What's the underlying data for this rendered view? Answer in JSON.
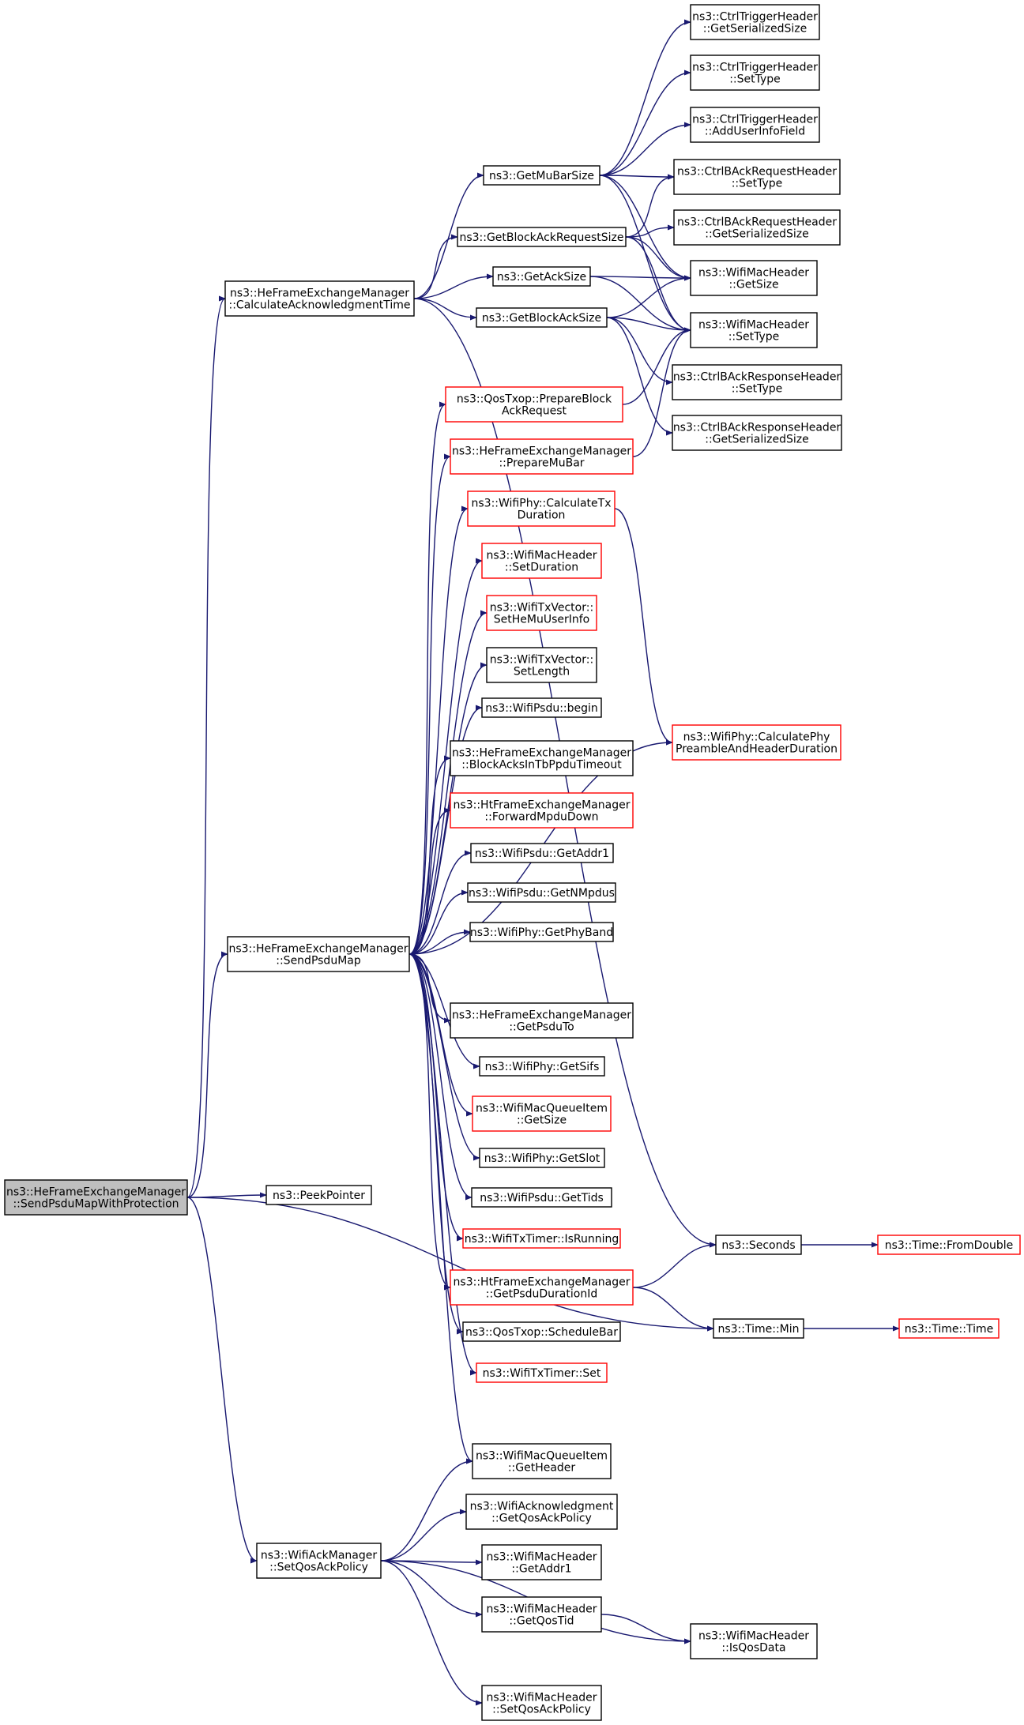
{
  "colors": {
    "edge": "#191970",
    "node_border": "#000000",
    "node_border_red": "#ff0000",
    "root_fill": "#bfbfbf",
    "node_fill": "#ffffff"
  },
  "root": {
    "lines": [
      "ns3::HeFrameExchangeManager",
      "::SendPsduMapWithProtection"
    ]
  },
  "nodes": [
    {
      "id": "calc_ack_time",
      "lines": [
        "ns3::HeFrameExchangeManager",
        "::CalculateAcknowledgmentTime"
      ],
      "style": "black"
    },
    {
      "id": "send_psdu_map",
      "lines": [
        "ns3::HeFrameExchangeManager",
        "::SendPsduMap"
      ],
      "style": "black"
    },
    {
      "id": "peek_pointer",
      "lines": [
        "ns3::PeekPointer"
      ],
      "style": "black"
    },
    {
      "id": "set_qos_ack_policy",
      "lines": [
        "ns3::WifiAckManager",
        "::SetQosAckPolicy"
      ],
      "style": "black"
    },
    {
      "id": "get_mu_bar_size",
      "lines": [
        "ns3::GetMuBarSize"
      ],
      "style": "black"
    },
    {
      "id": "get_block_ack_request_size",
      "lines": [
        "ns3::GetBlockAckRequestSize"
      ],
      "style": "black"
    },
    {
      "id": "get_ack_size",
      "lines": [
        "ns3::GetAckSize"
      ],
      "style": "black"
    },
    {
      "id": "get_block_ack_size",
      "lines": [
        "ns3::GetBlockAckSize"
      ],
      "style": "black"
    },
    {
      "id": "ctrl_trigger_get_serialized_size",
      "lines": [
        "ns3::CtrlTriggerHeader",
        "::GetSerializedSize"
      ],
      "style": "black"
    },
    {
      "id": "ctrl_trigger_set_type",
      "lines": [
        "ns3::CtrlTriggerHeader",
        "::SetType"
      ],
      "style": "black"
    },
    {
      "id": "ctrl_trigger_add_user_info",
      "lines": [
        "ns3::CtrlTriggerHeader",
        "::AddUserInfoField"
      ],
      "style": "black"
    },
    {
      "id": "ctrl_bar_set_type",
      "lines": [
        "ns3::CtrlBAckRequestHeader",
        "::SetType"
      ],
      "style": "black"
    },
    {
      "id": "ctrl_bar_get_serialized_size",
      "lines": [
        "ns3::CtrlBAckRequestHeader",
        "::GetSerializedSize"
      ],
      "style": "black"
    },
    {
      "id": "mac_header_get_size",
      "lines": [
        "ns3::WifiMacHeader",
        "::GetSize"
      ],
      "style": "black"
    },
    {
      "id": "mac_header_set_type",
      "lines": [
        "ns3::WifiMacHeader",
        "::SetType"
      ],
      "style": "black"
    },
    {
      "id": "ctrl_ba_response_set_type",
      "lines": [
        "ns3::CtrlBAckResponseHeader",
        "::SetType"
      ],
      "style": "black"
    },
    {
      "id": "ctrl_ba_response_get_serialized_size",
      "lines": [
        "ns3::CtrlBAckResponseHeader",
        "::GetSerializedSize"
      ],
      "style": "black"
    },
    {
      "id": "qos_txop_prepare_bar",
      "lines": [
        "ns3::QosTxop::PrepareBlock",
        "AckRequest"
      ],
      "style": "red"
    },
    {
      "id": "he_fem_prepare_mu_bar",
      "lines": [
        "ns3::HeFrameExchangeManager",
        "::PrepareMuBar"
      ],
      "style": "red"
    },
    {
      "id": "wifi_phy_calc_tx_duration",
      "lines": [
        "ns3::WifiPhy::CalculateTx",
        "Duration"
      ],
      "style": "red"
    },
    {
      "id": "mac_header_set_duration",
      "lines": [
        "ns3::WifiMacHeader",
        "::SetDuration"
      ],
      "style": "red"
    },
    {
      "id": "tx_vector_set_he_mu_user_info",
      "lines": [
        "ns3::WifiTxVector::",
        "SetHeMuUserInfo"
      ],
      "style": "red"
    },
    {
      "id": "tx_vector_set_length",
      "lines": [
        "ns3::WifiTxVector::",
        "SetLength"
      ],
      "style": "black"
    },
    {
      "id": "psdu_begin",
      "lines": [
        "ns3::WifiPsdu::begin"
      ],
      "style": "black"
    },
    {
      "id": "he_fem_block_acks_timeout",
      "lines": [
        "ns3::HeFrameExchangeManager",
        "::BlockAcksInTbPpduTimeout"
      ],
      "style": "black"
    },
    {
      "id": "ht_fem_forward_mpdu_down",
      "lines": [
        "ns3::HtFrameExchangeManager",
        "::ForwardMpduDown"
      ],
      "style": "red"
    },
    {
      "id": "psdu_get_addr1",
      "lines": [
        "ns3::WifiPsdu::GetAddr1"
      ],
      "style": "black"
    },
    {
      "id": "psdu_get_n_mpdus",
      "lines": [
        "ns3::WifiPsdu::GetNMpdus"
      ],
      "style": "black"
    },
    {
      "id": "phy_get_phy_band",
      "lines": [
        "ns3::WifiPhy::GetPhyBand"
      ],
      "style": "black"
    },
    {
      "id": "phy_calc_preamble_header_duration",
      "lines": [
        "ns3::WifiPhy::CalculatePhy",
        "PreambleAndHeaderDuration"
      ],
      "style": "red"
    },
    {
      "id": "he_fem_get_psdu_to",
      "lines": [
        "ns3::HeFrameExchangeManager",
        "::GetPsduTo"
      ],
      "style": "black"
    },
    {
      "id": "phy_get_sifs",
      "lines": [
        "ns3::WifiPhy::GetSifs"
      ],
      "style": "black"
    },
    {
      "id": "queue_item_get_size",
      "lines": [
        "ns3::WifiMacQueueItem",
        "::GetSize"
      ],
      "style": "red"
    },
    {
      "id": "phy_get_slot",
      "lines": [
        "ns3::WifiPhy::GetSlot"
      ],
      "style": "black"
    },
    {
      "id": "psdu_get_tids",
      "lines": [
        "ns3::WifiPsdu::GetTids"
      ],
      "style": "black"
    },
    {
      "id": "tx_timer_is_running",
      "lines": [
        "ns3::WifiTxTimer::IsRunning"
      ],
      "style": "red"
    },
    {
      "id": "ht_fem_get_psdu_duration_id",
      "lines": [
        "ns3::HtFrameExchangeManager",
        "::GetPsduDurationId"
      ],
      "style": "red"
    },
    {
      "id": "qos_txop_schedule_bar",
      "lines": [
        "ns3::QosTxop::ScheduleBar"
      ],
      "style": "black"
    },
    {
      "id": "tx_timer_set",
      "lines": [
        "ns3::WifiTxTimer::Set"
      ],
      "style": "red"
    },
    {
      "id": "seconds",
      "lines": [
        "ns3::Seconds"
      ],
      "style": "black"
    },
    {
      "id": "time_min",
      "lines": [
        "ns3::Time::Min"
      ],
      "style": "black"
    },
    {
      "id": "time_from_double",
      "lines": [
        "ns3::Time::FromDouble"
      ],
      "style": "red"
    },
    {
      "id": "time_time",
      "lines": [
        "ns3::Time::Time"
      ],
      "style": "red"
    },
    {
      "id": "queue_item_get_header",
      "lines": [
        "ns3::WifiMacQueueItem",
        "::GetHeader"
      ],
      "style": "black"
    },
    {
      "id": "ack_get_qos_ack_policy",
      "lines": [
        "ns3::WifiAcknowledgment",
        "::GetQosAckPolicy"
      ],
      "style": "black"
    },
    {
      "id": "mac_header_get_addr1",
      "lines": [
        "ns3::WifiMacHeader",
        "::GetAddr1"
      ],
      "style": "black"
    },
    {
      "id": "mac_header_get_qos_tid",
      "lines": [
        "ns3::WifiMacHeader",
        "::GetQosTid"
      ],
      "style": "black"
    },
    {
      "id": "mac_header_is_qos_data",
      "lines": [
        "ns3::WifiMacHeader",
        "::IsQosData"
      ],
      "style": "black"
    },
    {
      "id": "mac_header_set_qos_ack_policy",
      "lines": [
        "ns3::WifiMacHeader",
        "::SetQosAckPolicy"
      ],
      "style": "black"
    }
  ],
  "edges": [
    [
      "root",
      "calc_ack_time"
    ],
    [
      "root",
      "send_psdu_map"
    ],
    [
      "root",
      "peek_pointer"
    ],
    [
      "root",
      "set_qos_ack_policy"
    ],
    [
      "root",
      "time_min"
    ],
    [
      "calc_ack_time",
      "get_mu_bar_size"
    ],
    [
      "calc_ack_time",
      "get_block_ack_request_size"
    ],
    [
      "calc_ack_time",
      "get_ack_size"
    ],
    [
      "calc_ack_time",
      "get_block_ack_size"
    ],
    [
      "calc_ack_time",
      "seconds"
    ],
    [
      "get_mu_bar_size",
      "ctrl_trigger_get_serialized_size"
    ],
    [
      "get_mu_bar_size",
      "ctrl_trigger_set_type"
    ],
    [
      "get_mu_bar_size",
      "ctrl_trigger_add_user_info"
    ],
    [
      "get_mu_bar_size",
      "ctrl_bar_set_type"
    ],
    [
      "get_mu_bar_size",
      "mac_header_get_size"
    ],
    [
      "get_mu_bar_size",
      "mac_header_set_type"
    ],
    [
      "get_block_ack_request_size",
      "ctrl_bar_set_type"
    ],
    [
      "get_block_ack_request_size",
      "ctrl_bar_get_serialized_size"
    ],
    [
      "get_block_ack_request_size",
      "mac_header_get_size"
    ],
    [
      "get_block_ack_request_size",
      "mac_header_set_type"
    ],
    [
      "get_ack_size",
      "mac_header_get_size"
    ],
    [
      "get_ack_size",
      "mac_header_set_type"
    ],
    [
      "get_block_ack_size",
      "mac_header_get_size"
    ],
    [
      "get_block_ack_size",
      "mac_header_set_type"
    ],
    [
      "get_block_ack_size",
      "ctrl_ba_response_set_type"
    ],
    [
      "get_block_ack_size",
      "ctrl_ba_response_get_serialized_size"
    ],
    [
      "qos_txop_prepare_bar",
      "mac_header_set_type"
    ],
    [
      "he_fem_prepare_mu_bar",
      "mac_header_set_type"
    ],
    [
      "wifi_phy_calc_tx_duration",
      "phy_calc_preamble_header_duration"
    ],
    [
      "send_psdu_map",
      "qos_txop_prepare_bar"
    ],
    [
      "send_psdu_map",
      "he_fem_prepare_mu_bar"
    ],
    [
      "send_psdu_map",
      "wifi_phy_calc_tx_duration"
    ],
    [
      "send_psdu_map",
      "mac_header_set_duration"
    ],
    [
      "send_psdu_map",
      "tx_vector_set_he_mu_user_info"
    ],
    [
      "send_psdu_map",
      "tx_vector_set_length"
    ],
    [
      "send_psdu_map",
      "psdu_begin"
    ],
    [
      "send_psdu_map",
      "he_fem_block_acks_timeout"
    ],
    [
      "send_psdu_map",
      "ht_fem_forward_mpdu_down"
    ],
    [
      "send_psdu_map",
      "psdu_get_addr1"
    ],
    [
      "send_psdu_map",
      "psdu_get_n_mpdus"
    ],
    [
      "send_psdu_map",
      "phy_get_phy_band"
    ],
    [
      "send_psdu_map",
      "phy_calc_preamble_header_duration"
    ],
    [
      "send_psdu_map",
      "he_fem_get_psdu_to"
    ],
    [
      "send_psdu_map",
      "phy_get_sifs"
    ],
    [
      "send_psdu_map",
      "queue_item_get_size"
    ],
    [
      "send_psdu_map",
      "phy_get_slot"
    ],
    [
      "send_psdu_map",
      "psdu_get_tids"
    ],
    [
      "send_psdu_map",
      "tx_timer_is_running"
    ],
    [
      "send_psdu_map",
      "ht_fem_get_psdu_duration_id"
    ],
    [
      "send_psdu_map",
      "qos_txop_schedule_bar"
    ],
    [
      "send_psdu_map",
      "tx_timer_set"
    ],
    [
      "send_psdu_map",
      "queue_item_get_header"
    ],
    [
      "ht_fem_get_psdu_duration_id",
      "seconds"
    ],
    [
      "ht_fem_get_psdu_duration_id",
      "time_min"
    ],
    [
      "seconds",
      "time_from_double"
    ],
    [
      "time_min",
      "time_time"
    ],
    [
      "set_qos_ack_policy",
      "queue_item_get_header"
    ],
    [
      "set_qos_ack_policy",
      "ack_get_qos_ack_policy"
    ],
    [
      "set_qos_ack_policy",
      "mac_header_get_addr1"
    ],
    [
      "set_qos_ack_policy",
      "mac_header_get_qos_tid"
    ],
    [
      "set_qos_ack_policy",
      "mac_header_is_qos_data"
    ],
    [
      "set_qos_ack_policy",
      "mac_header_set_qos_ack_policy"
    ],
    [
      "mac_header_get_qos_tid",
      "mac_header_is_qos_data"
    ]
  ]
}
